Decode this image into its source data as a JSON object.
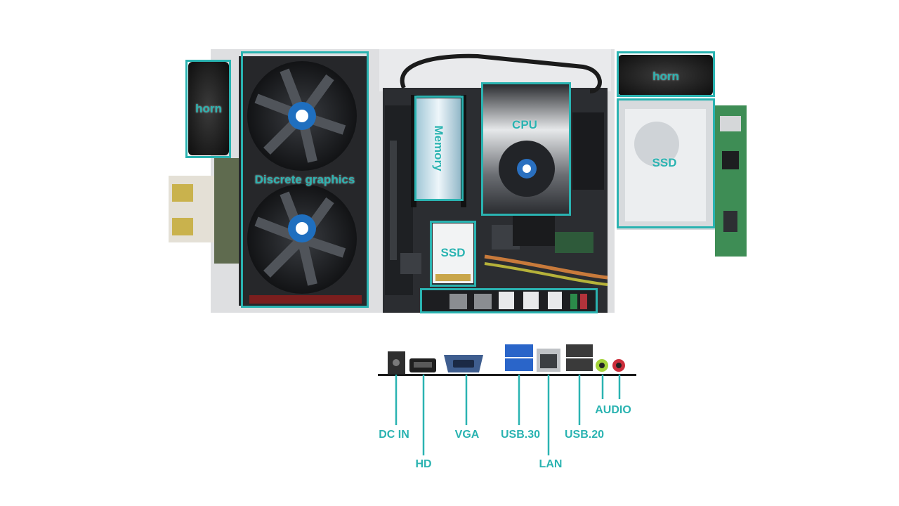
{
  "components": {
    "horn_left": "horn",
    "discrete_graphics": "Discrete graphics",
    "memory": "Memory",
    "cpu": "CPU",
    "ssd_small": "SSD",
    "horn_right": "horn",
    "ssd_drive": "SSD"
  },
  "ports": {
    "dc_in": "DC IN",
    "hd": "HD",
    "vga": "VGA",
    "usb30": "USB.30",
    "lan": "LAN",
    "usb20": "USB.20",
    "audio": "AUDIO"
  },
  "colors": {
    "accent": "#2ab3b1",
    "board": "#2b2d31",
    "background": "#ffffff"
  }
}
